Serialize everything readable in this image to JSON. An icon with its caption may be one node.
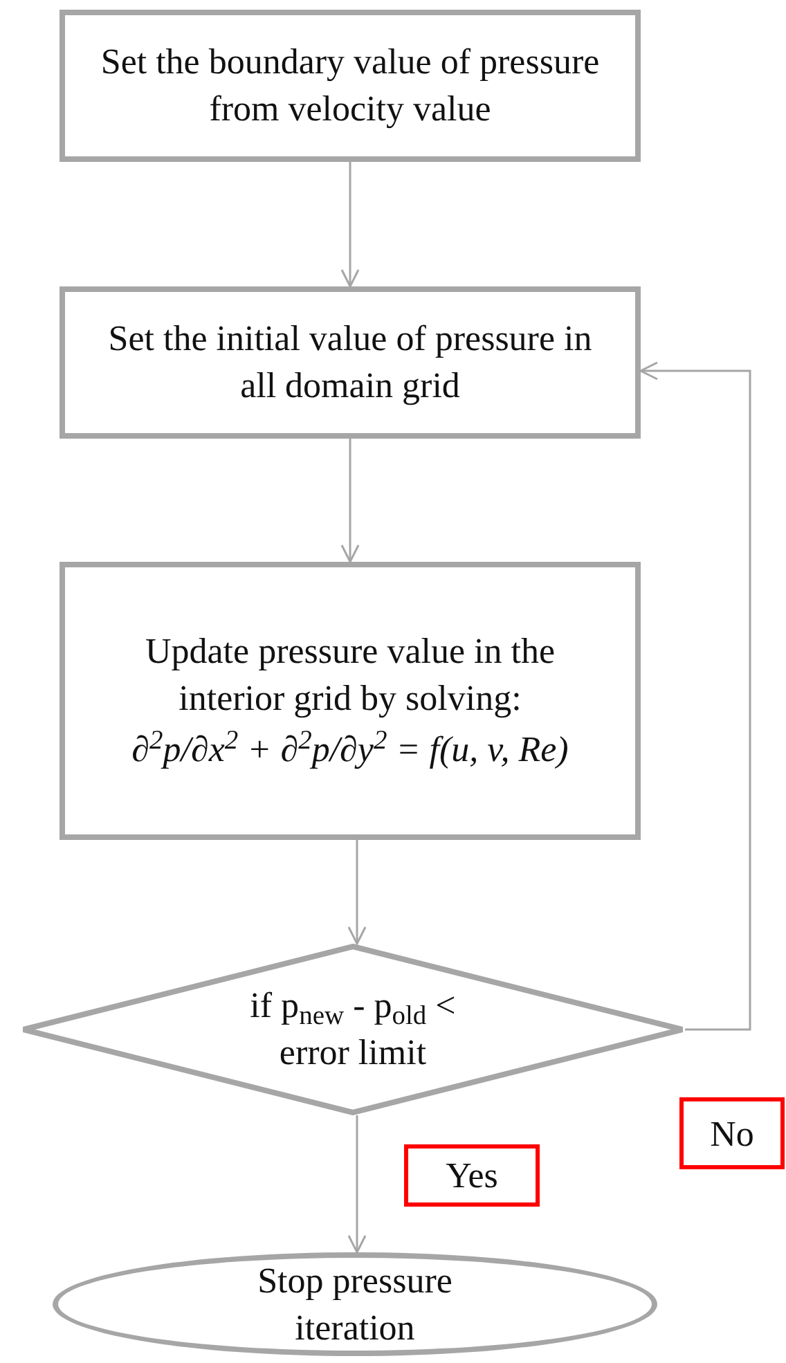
{
  "diagram": {
    "nodes": [
      {
        "text": [
          "Set the boundary value of pressure from velocity value"
        ]
      },
      {
        "text": [
          "Set the initial value of pressure in all domain grid"
        ]
      },
      {
        "text": [
          "Update pressure value in the interior grid by solving:",
          "∂$^{2}$p/∂x$^{2}$ + ∂$^{2}$p/∂y$^{2}$ = f(u, v, Re)"
        ]
      },
      {
        "text": [
          "if p$_{new}$ - p$_{old}$ < error limit"
        ]
      },
      {
        "text": [
          "Stop pressure iteration"
        ]
      }
    ],
    "edges": [
      {
        "from": 0,
        "to": 1,
        "arrow": "to"
      },
      {
        "from": 1,
        "to": 2,
        "arrow": "to"
      },
      {
        "from": 2,
        "to": 3,
        "arrow": "to"
      },
      {
        "from": 3,
        "to": 4,
        "arrow": "to",
        "label": "Yes"
      },
      {
        "from": 3,
        "to": 1,
        "arrow": "to",
        "label": "No"
      }
    ]
  }
}
